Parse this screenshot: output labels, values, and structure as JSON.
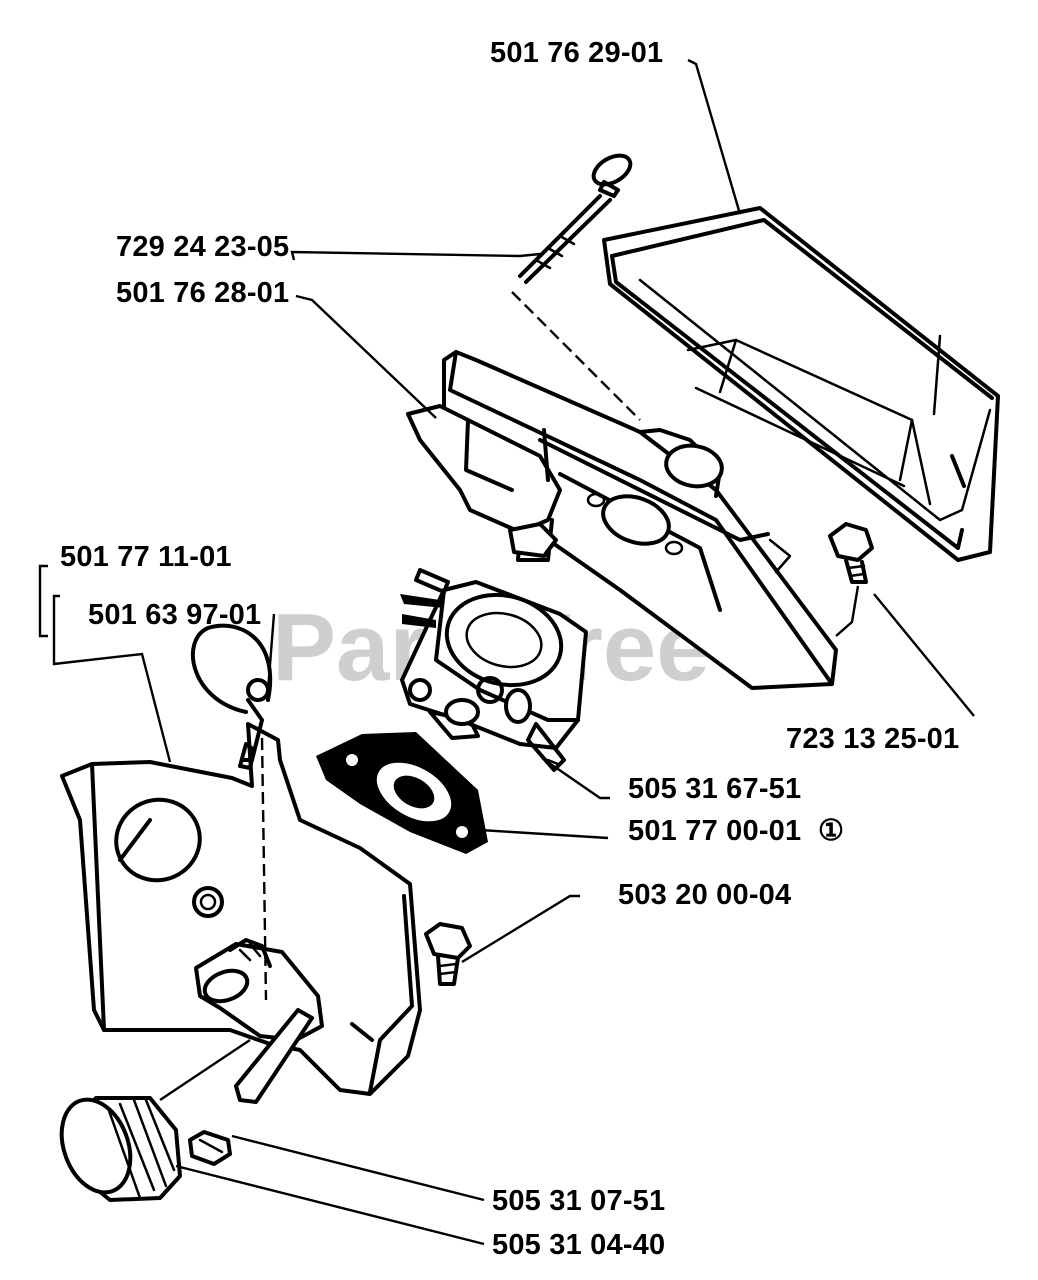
{
  "watermark": {
    "text": "PartsTree",
    "trademark": "TM"
  },
  "parts": [
    {
      "id": "air-filter-cover",
      "number": "501 76 29-01"
    },
    {
      "id": "screw-long",
      "number": "729 24 23-05"
    },
    {
      "id": "air-filter",
      "number": "501 76 28-01"
    },
    {
      "id": "carb-kit",
      "number": "501 77 11-01"
    },
    {
      "id": "throttle-linkage",
      "number": "501 63 97-01"
    },
    {
      "id": "bolt-right",
      "number": "723 13 25-01"
    },
    {
      "id": "carburetor",
      "number": "505 31 67-51"
    },
    {
      "id": "gasket",
      "number": "501 77 00-01"
    },
    {
      "id": "bolt-lower",
      "number": "503 20 00-04"
    },
    {
      "id": "spacer-small",
      "number": "505 31 07-51"
    },
    {
      "id": "knob",
      "number": "505 31 04-40"
    }
  ],
  "gasket_note_symbol": "①"
}
